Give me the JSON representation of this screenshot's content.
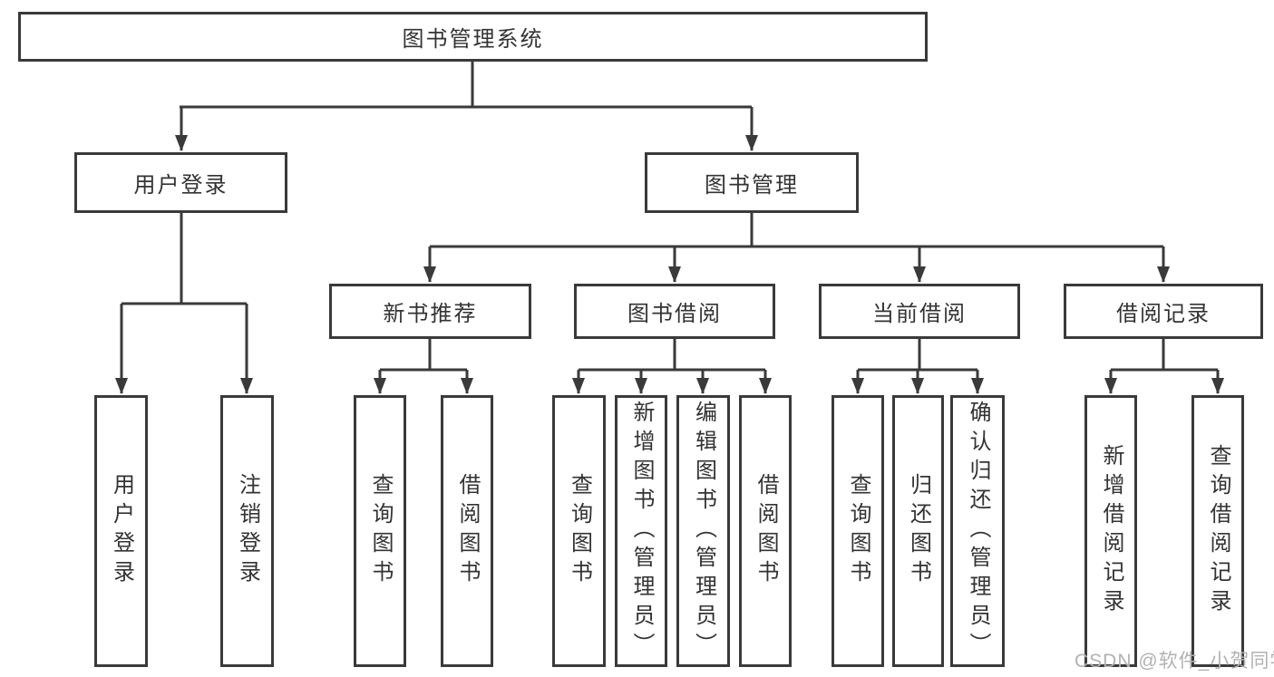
{
  "diagram": {
    "title": "图书管理系统",
    "nodes": {
      "root": {
        "label": "图书管理系统"
      },
      "login": {
        "label": "用户登录"
      },
      "mgmt": {
        "label": "图书管理"
      },
      "newbook": {
        "label": "新书推荐"
      },
      "borrow": {
        "label": "图书借阅"
      },
      "current": {
        "label": "当前借阅"
      },
      "record": {
        "label": "借阅记录"
      },
      "user_login": {
        "label": "用户登录"
      },
      "logout": {
        "label": "注销登录"
      },
      "nb_query": {
        "label": "查询图书"
      },
      "nb_borrow": {
        "label": "借阅图书"
      },
      "bb_query": {
        "label": "查询图书"
      },
      "bb_add": {
        "label": "新增图书（管理员）"
      },
      "bb_edit": {
        "label": "编辑图书（管理员）"
      },
      "bb_borrow": {
        "label": "借阅图书"
      },
      "cb_query": {
        "label": "查询图书"
      },
      "cb_return": {
        "label": "归还图书"
      },
      "cb_confirm": {
        "label": "确认归还（管理员）"
      },
      "br_add": {
        "label": "新增借阅记录"
      },
      "br_query": {
        "label": "查询借阅记录"
      }
    },
    "tree": {
      "root": [
        "login",
        "mgmt"
      ],
      "login": [
        "user_login",
        "logout"
      ],
      "mgmt": [
        "newbook",
        "borrow",
        "current",
        "record"
      ],
      "newbook": [
        "nb_query",
        "nb_borrow"
      ],
      "borrow": [
        "bb_query",
        "bb_add",
        "bb_edit",
        "bb_borrow"
      ],
      "current": [
        "cb_query",
        "cb_return",
        "cb_confirm"
      ],
      "record": [
        "br_add",
        "br_query"
      ]
    },
    "colors": {
      "line": "#3a3a3a",
      "text": "#333333",
      "background": "#ffffff",
      "watermark": "#b2b2b2"
    }
  },
  "watermark": {
    "text": "CSDN @软件_小贺同学"
  }
}
